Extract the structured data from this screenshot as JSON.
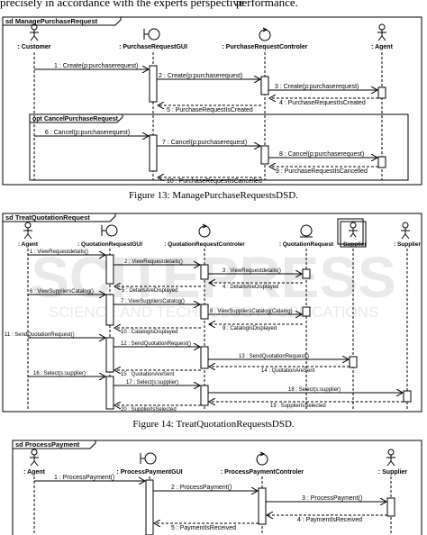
{
  "top_text": {
    "left": "precisely in accordance with the experts perspective",
    "right": "performance."
  },
  "captions": {
    "fig13": "Figure 13: ManagePurchaseRequestsDSD.",
    "fig14": "Figure 14: TreatQuotationRequestsDSD."
  },
  "watermark": {
    "main": "SCITEPRESS",
    "sub": "SCIENCE AND TECHNOLOGY PUBLICATIONS"
  },
  "diagrams": {
    "d1": {
      "frame_label": "sd ManagePurchaseRequest",
      "lifelines": [
        ": Customer",
        ": PurchaseRequestGUI",
        ": PurchaseRequestControler",
        ": Agent"
      ],
      "opt_label": "opt CancelPurchaseRequest",
      "messages": [
        "1 : Create(p:purchaserequest)",
        "2 : Create(p:purchaserequest)",
        "3 : Create(p:purchaserequest)",
        "4 : PurchaseRequestIsCreated",
        "5 : PurchaseRequestIsCreated",
        "6 : Cancel(p:purchaserequest)",
        "7 : Cancel(p:purchaserequest)",
        "8 : Cancel(p:purchaserequest)",
        "9 : PurchaseRequestIsCancelled",
        "10 : PurchaseRequestIsCancelled"
      ]
    },
    "d2": {
      "frame_label": "sd TreatQuotationRequest",
      "lifelines": [
        ": Agent",
        ": QuotationRequestGUI",
        ": QuotationRequestControler",
        ": QuotationRequest",
        ": Supplier",
        ": Supplier"
      ],
      "messages": [
        "1 : ViewRequestdetails()",
        "2 : ViewRequestdetails()",
        "3 : ViewRequestdetails()",
        "4 : DetailsAreDisplayed",
        "5 : DetailsAreDisplayed",
        "6 : ViewSuppliersCatalog()",
        "7 : ViewSuppliersCatalog()",
        "8 : ViewSuppliersCatalog(Catalog)",
        "9 : CatalogIsDisplayed",
        "10 : CatalogIsDisplayed",
        "11 : SendQuotationRequest()",
        "12 : SendQuotationRequest()",
        "13 : SendQuotationRequest()",
        "14 : QuotationAreSent",
        "15 : QuotationAreSent",
        "16 : Select(s:supplier)",
        "17 : Select(s:supplier)",
        "18 : Select(s:supplier)",
        "19 : SupplierIsSelected",
        "20 : SupplierIsSelected"
      ]
    },
    "d3": {
      "frame_label": "sd ProcessPayment",
      "lifelines": [
        ": Agent",
        ": ProcessPaymentGUI",
        ": ProcessPaymentControler",
        ": Supplier"
      ],
      "messages": [
        "1 : ProcessPayment()",
        "2 : ProcessPayment()",
        "3 : ProcessPayment()",
        "4 : PaymentIsReceived",
        "5 : PaymentIsReceived"
      ]
    }
  }
}
